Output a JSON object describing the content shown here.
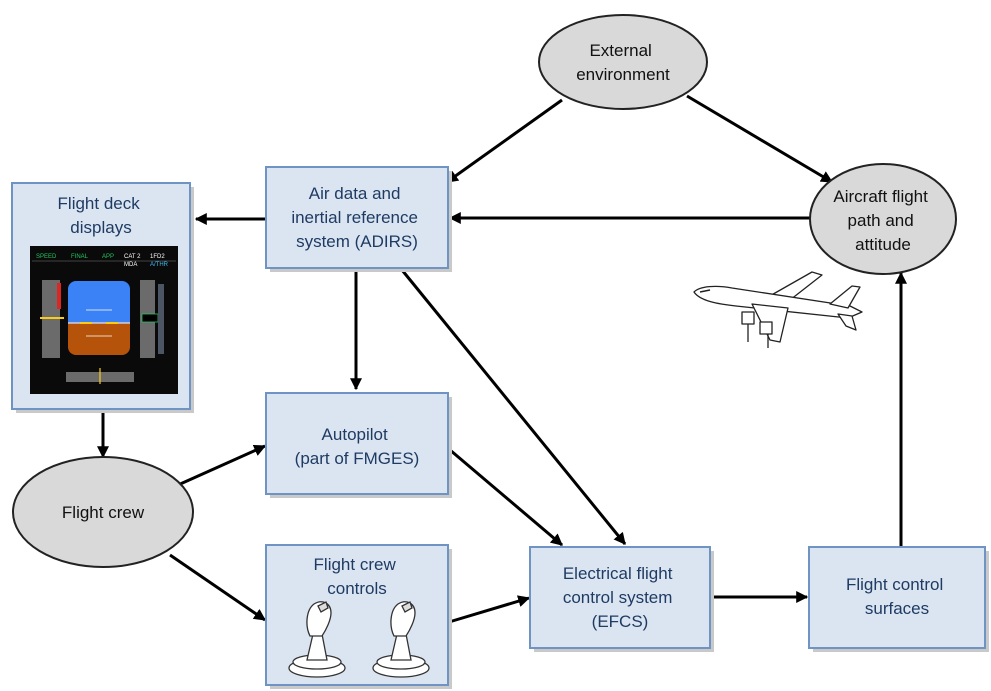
{
  "nodes": {
    "external_environment": {
      "lines": [
        "External",
        "environment"
      ]
    },
    "aircraft_flight_path": {
      "lines": [
        "Aircraft flight",
        "path and",
        "attitude"
      ]
    },
    "adirs": {
      "lines": [
        "Air data and",
        "inertial reference",
        "system (ADIRS)"
      ]
    },
    "flight_deck_displays": {
      "lines": [
        "Flight deck",
        "displays"
      ]
    },
    "autopilot": {
      "lines": [
        "Autopilot",
        "(part of FMGES)"
      ]
    },
    "flight_crew": {
      "lines": [
        "Flight crew"
      ]
    },
    "flight_crew_controls": {
      "lines": [
        "Flight crew",
        "controls"
      ]
    },
    "efcs": {
      "lines": [
        "Electrical flight",
        "control system",
        "(EFCS)"
      ]
    },
    "flight_control_surfaces": {
      "lines": [
        "Flight control",
        "surfaces"
      ]
    }
  },
  "pfd": {
    "modes": [
      "SPEED",
      "FINAL",
      "APP"
    ],
    "cat": "CAT 2",
    "mda": "MDA",
    "fd": "1FD2",
    "athr": "A/THR"
  },
  "colors": {
    "box_fill": "#dbe5f1",
    "box_border": "#6f94c4",
    "box_text": "#1f3b63",
    "ellipse_fill": "#d9d9d9"
  }
}
